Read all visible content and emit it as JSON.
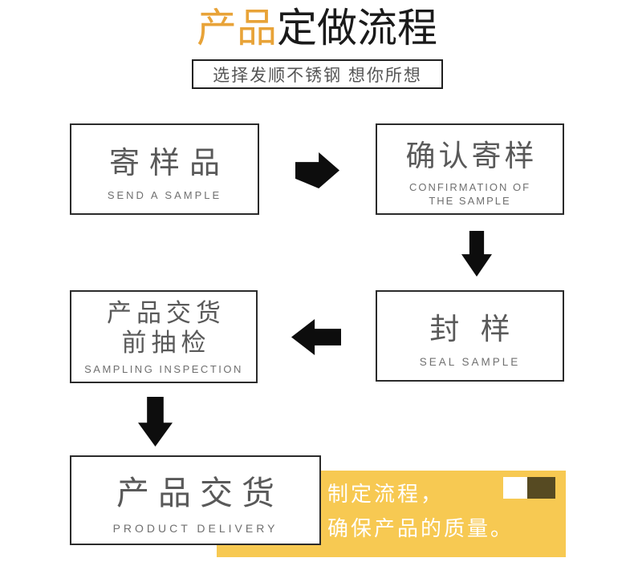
{
  "header": {
    "title_accent": "产品",
    "title_rest": "定做流程",
    "subtitle": "选择发顺不锈钢 想你所想"
  },
  "steps": {
    "send_sample": {
      "zh": "寄样品",
      "en": "SEND A SAMPLE"
    },
    "confirm_sample": {
      "zh": "确认寄样",
      "en_line1": "CONFIRMATION OF",
      "en_line2": "THE SAMPLE"
    },
    "seal_sample": {
      "zh": "封 样",
      "en": "SEAL SAMPLE"
    },
    "sampling_inspection": {
      "zh_line1": "产品交货",
      "zh_line2": "前抽检",
      "en": "SAMPLING INSPECTION"
    },
    "product_delivery": {
      "zh": "产品交货",
      "en": "PRODUCT DELIVERY"
    }
  },
  "callout": {
    "line1": "制定流程，",
    "line2": "确保产品的质量。"
  },
  "colors": {
    "accent_gold": "#E8A338",
    "title_dark": "#1A1A1A",
    "subtitle_text": "#555555",
    "box_border": "#2B2B2B",
    "box_text_zh": "#595959",
    "box_text_en": "#707070",
    "arrow_black": "#0D0D0D",
    "callout_yellow": "#F7C952",
    "callout_text_white": "#FFFFFF",
    "callout_square_dark": "#564A22"
  }
}
